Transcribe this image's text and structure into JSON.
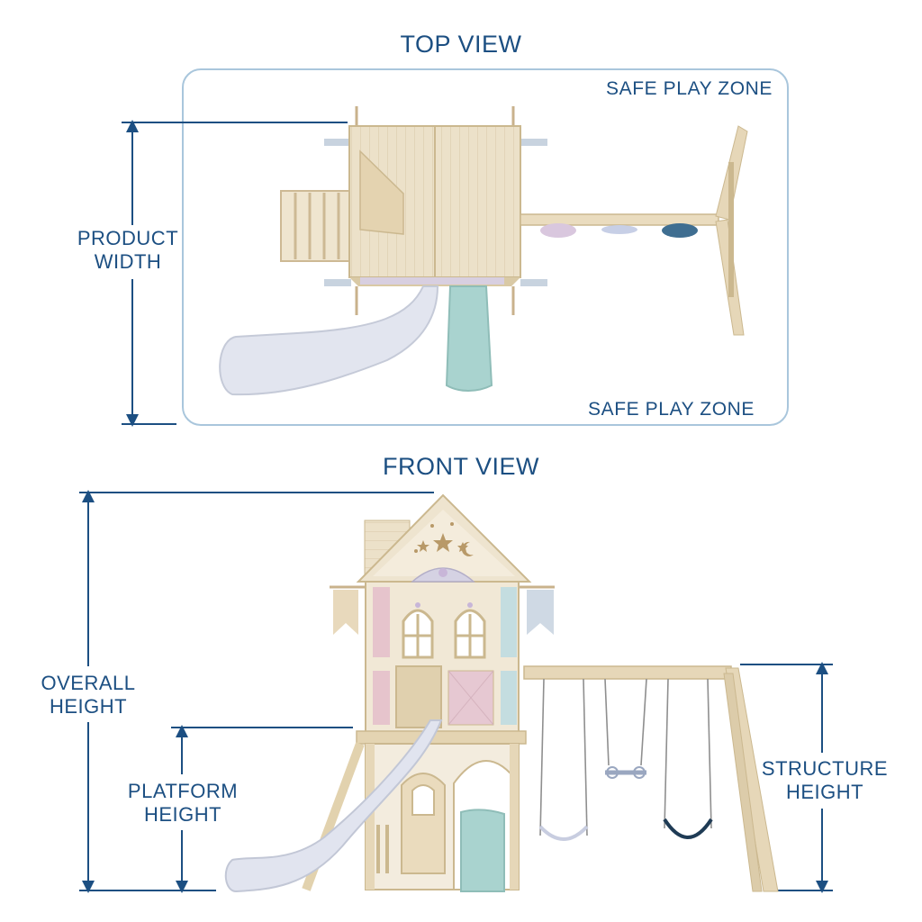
{
  "top_view": {
    "title": "TOP VIEW",
    "zone_label_top": "SAFE PLAY ZONE",
    "zone_label_bottom": "SAFE PLAY ZONE",
    "dimension_label": "PRODUCT\nWIDTH"
  },
  "front_view": {
    "title": "FRONT VIEW",
    "overall_height_label": "OVERALL\nHEIGHT",
    "platform_height_label": "PLATFORM\nHEIGHT",
    "structure_height_label": "STRUCTURE\nHEIGHT"
  },
  "colors": {
    "dimension_line": "#1c4f82",
    "zone_border": "#a9c6dc",
    "wood": "#e8dcc4",
    "slide_white": "#dfe3ee",
    "slide_teal": "#a9d3cf",
    "pink_panel": "#e6c4cc",
    "teal_panel": "#c4dde0"
  }
}
